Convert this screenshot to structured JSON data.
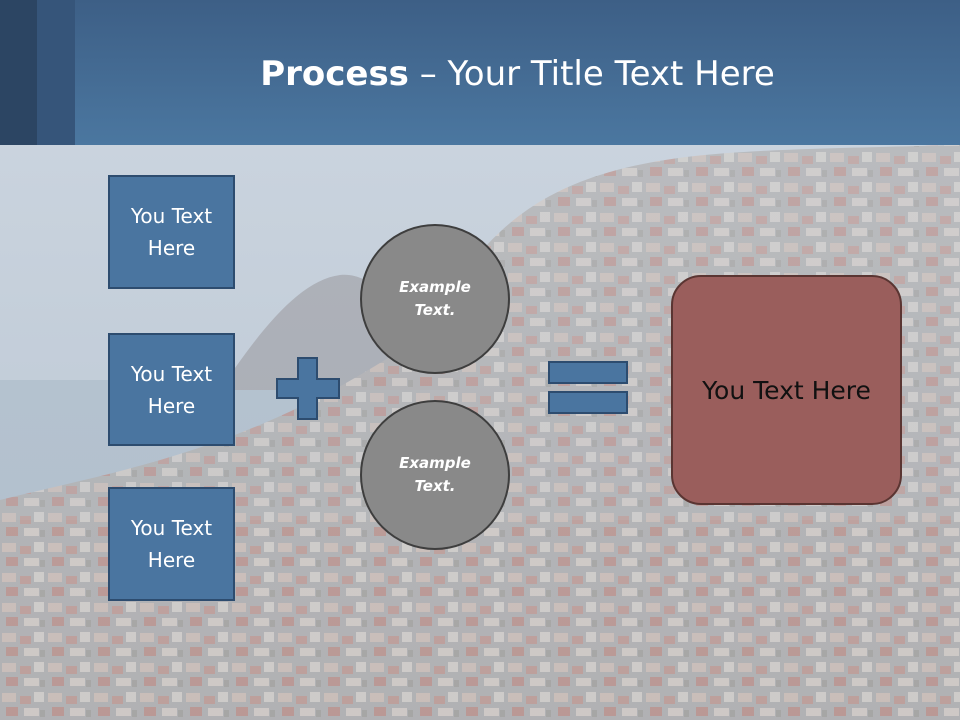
{
  "title": {
    "bold": "Process",
    "rest": " – Your Title Text Here"
  },
  "inputs": [
    {
      "label": "You Text Here"
    },
    {
      "label": "You Text Here"
    },
    {
      "label": "You Text Here"
    }
  ],
  "operator_icon": "plus-icon",
  "circles": [
    {
      "label": "Example Text."
    },
    {
      "label": "Example Text."
    }
  ],
  "result_icon": "equals-icon",
  "result": {
    "label": "You Text Here"
  },
  "colors": {
    "header": "#4b77a0",
    "box_fill": "#4a75a0",
    "circle_fill": "#898989",
    "result_fill": "#9a5e5c"
  }
}
